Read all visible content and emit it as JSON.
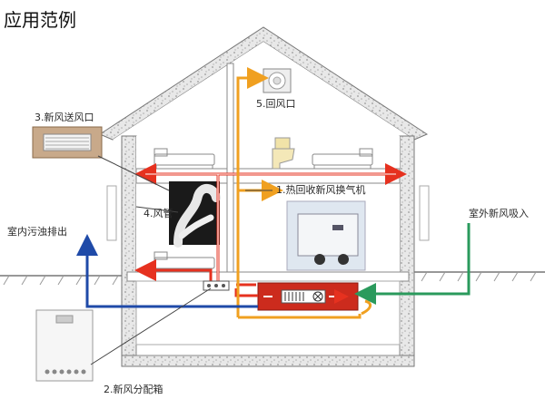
{
  "title": "应用范例",
  "labels": {
    "return_vent": "5.回风口",
    "supply_vent": "3.新风送风口",
    "duct": "4.风管",
    "hrv_unit": "1.热回收新风换气机",
    "exhaust": "室内污浊排出",
    "fresh_intake": "室外新风吸入",
    "dist_box": "2.新风分配箱"
  },
  "colors": {
    "supply": "#e6311f",
    "return": "#f0a020",
    "exhaust": "#1f4aa8",
    "intake": "#2a9a5c",
    "wall": "#8a8a8a"
  }
}
